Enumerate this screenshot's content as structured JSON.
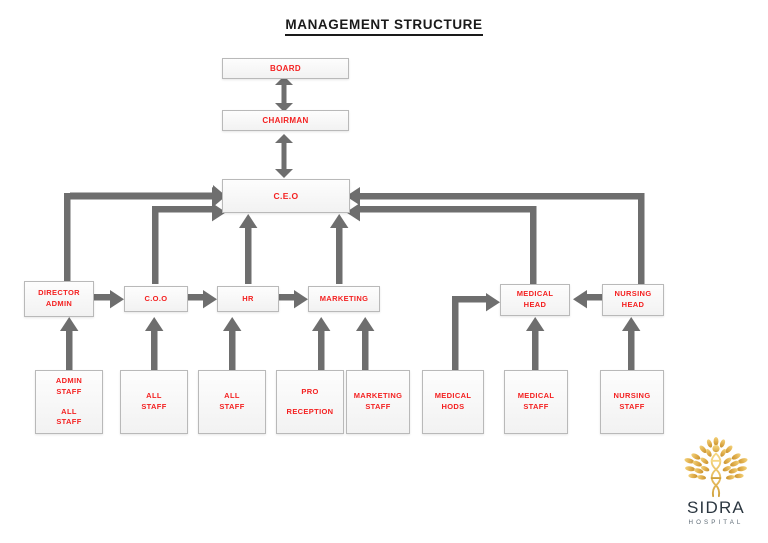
{
  "page": {
    "title": "MANAGEMENT STRUCTURE",
    "background_color": "#ffffff",
    "node_text_color": "#f42121",
    "node_border_color": "#b9b9b9",
    "connector_color": "#6e6e6e",
    "title_color": "#1a1a1a"
  },
  "logo": {
    "name": "SIDRA",
    "subtitle": "HOSPITAL",
    "mark_color_light": "#f0c860",
    "mark_color_dark": "#c8922f",
    "name_color": "#2b3640"
  },
  "chart_data": {
    "type": "diagram",
    "title": "MANAGEMENT STRUCTURE",
    "diagram_kind": "organizational-chart",
    "levels": [
      {
        "name": "board",
        "labels": [
          "BOARD"
        ]
      },
      {
        "name": "chairman",
        "labels": [
          "CHAIRMAN"
        ]
      },
      {
        "name": "ceo",
        "labels": [
          "C.E.O"
        ]
      },
      {
        "name": "departments",
        "labels": [
          "DIRECTOR ADMIN",
          "C.O.O",
          "HR",
          "MARKETING",
          "MEDICAL HEAD",
          "NURSING HEAD"
        ]
      },
      {
        "name": "staff",
        "labels": [
          "ADMIN STAFF / ALL STAFF",
          "ALL STAFF",
          "ALL STAFF",
          "PRO / RECEPTION",
          "MARKETING STAFF",
          "MEDICAL HODS",
          "MEDICAL STAFF",
          "NURSING STAFF"
        ]
      }
    ],
    "edges": [
      {
        "from": "BOARD",
        "to": "CHAIRMAN",
        "style": "double-arrow-vertical"
      },
      {
        "from": "CHAIRMAN",
        "to": "C.E.O",
        "style": "double-arrow-vertical"
      },
      {
        "from": "DIRECTOR ADMIN",
        "to": "C.E.O",
        "style": "elbow-up-right"
      },
      {
        "from": "C.O.O",
        "to": "C.E.O",
        "style": "elbow-up-right"
      },
      {
        "from": "HR",
        "to": "C.E.O",
        "style": "arrow-up"
      },
      {
        "from": "MARKETING",
        "to": "C.E.O",
        "style": "arrow-up"
      },
      {
        "from": "MEDICAL HEAD",
        "to": "C.E.O",
        "style": "elbow-up-left"
      },
      {
        "from": "NURSING HEAD",
        "to": "C.E.O",
        "style": "elbow-up-left"
      },
      {
        "from": "DIRECTOR ADMIN",
        "to": "C.O.O",
        "style": "arrow-right"
      },
      {
        "from": "C.O.O",
        "to": "HR",
        "style": "arrow-right"
      },
      {
        "from": "HR",
        "to": "MARKETING",
        "style": "arrow-right"
      },
      {
        "from": "NURSING HEAD",
        "to": "MEDICAL HEAD",
        "style": "arrow-left"
      },
      {
        "from": "ADMIN STAFF / ALL STAFF",
        "to": "DIRECTOR ADMIN",
        "style": "arrow-up"
      },
      {
        "from": "ALL STAFF",
        "to": "C.O.O",
        "style": "arrow-up"
      },
      {
        "from": "ALL STAFF",
        "to": "HR",
        "style": "arrow-up"
      },
      {
        "from": "PRO / RECEPTION",
        "to": "MARKETING",
        "style": "arrow-up"
      },
      {
        "from": "MARKETING STAFF",
        "to": "MARKETING",
        "style": "arrow-up"
      },
      {
        "from": "MEDICAL HODS",
        "to": "MEDICAL HEAD",
        "style": "elbow-up-right"
      },
      {
        "from": "MEDICAL STAFF",
        "to": "MEDICAL HEAD",
        "style": "arrow-up"
      },
      {
        "from": "NURSING STAFF",
        "to": "NURSING HEAD",
        "style": "arrow-up"
      }
    ]
  },
  "nodes": {
    "board": {
      "label": "BOARD"
    },
    "chairman": {
      "label": "CHAIRMAN"
    },
    "ceo": {
      "label": "C.E.O"
    },
    "director_admin": {
      "line1": "DIRECTOR",
      "line2": "ADMIN"
    },
    "coo": {
      "label": "C.O.O"
    },
    "hr": {
      "label": "HR"
    },
    "marketing": {
      "label": "MARKETING"
    },
    "medical_head": {
      "line1": "MEDICAL",
      "line2": "HEAD"
    },
    "nursing_head": {
      "line1": "NURSING",
      "line2": "HEAD"
    },
    "admin_staff": {
      "line1": "ADMIN\nSTAFF",
      "line2": "ALL\nSTAFF"
    },
    "all_staff_1": {
      "label": "ALL\nSTAFF"
    },
    "all_staff_2": {
      "label": "ALL\nSTAFF"
    },
    "pro_reception": {
      "line1": "PRO",
      "line2": "RECEPTION"
    },
    "marketing_staff": {
      "label": "MARKETING\nSTAFF"
    },
    "medical_hods": {
      "label": "MEDICAL\nHODS"
    },
    "medical_staff": {
      "label": "MEDICAL\nSTAFF"
    },
    "nursing_staff": {
      "label": "NURSING\nSTAFF"
    }
  }
}
